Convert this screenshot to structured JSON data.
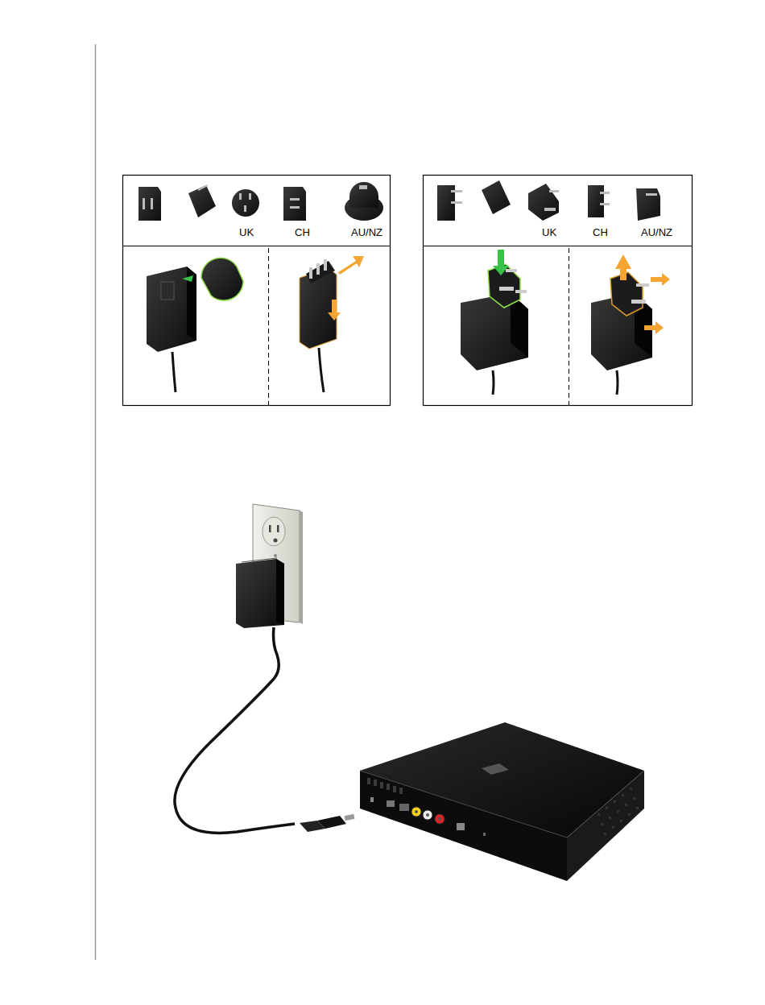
{
  "diagram": {
    "labels": [
      "UK",
      "CH",
      "AU/NZ",
      "UK",
      "CH",
      "AU/NZ"
    ]
  }
}
